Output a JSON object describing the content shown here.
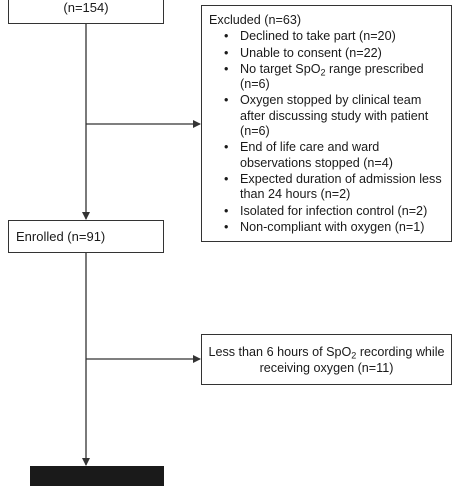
{
  "top_box": {
    "label": "(n=154)"
  },
  "excluded": {
    "title": "Excluded (n=63)",
    "items": [
      {
        "text": "Declined to take part (n=20)"
      },
      {
        "text": "Unable to consent (n=22)"
      },
      {
        "pre": "No target SpO",
        "sub": "2",
        "post": " range prescribed (n=6)"
      },
      {
        "text": "Oxygen stopped by clinical team after discussing study with patient (n=6)"
      },
      {
        "text": "End of life care and ward observations stopped (n=4)"
      },
      {
        "text": "Expected duration of admission less than 24 hours (n=2)"
      },
      {
        "text": "Isolated for infection control (n=2)"
      },
      {
        "text": "Non-compliant with oxygen (n=1)"
      }
    ]
  },
  "enrolled": {
    "label": "Enrolled (n=91)"
  },
  "less_than": {
    "pre": "Less than 6 hours of SpO",
    "sub": "2",
    "post": " recording while receiving oxygen (n=11)"
  },
  "colors": {
    "line": "#333333",
    "text": "#1a1a1a"
  }
}
